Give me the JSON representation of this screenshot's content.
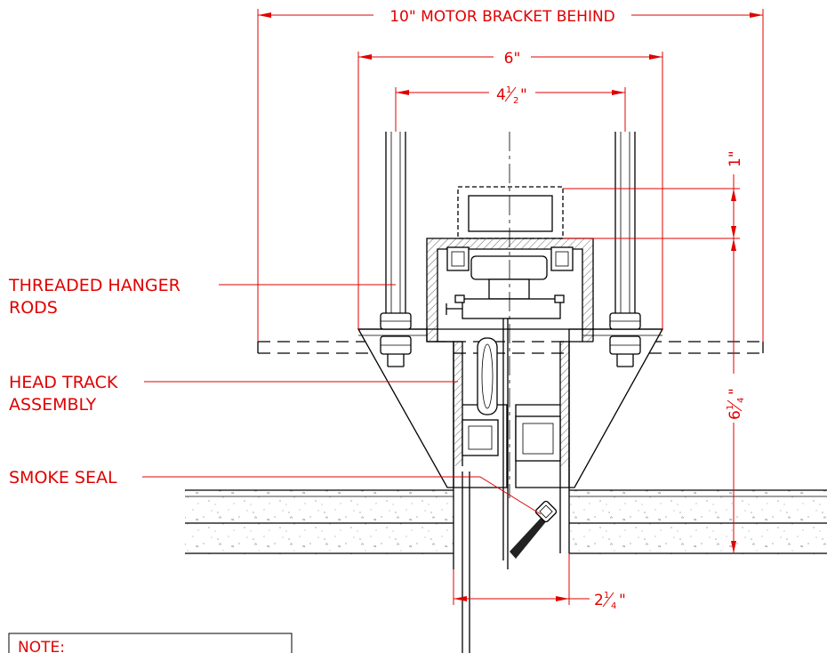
{
  "dimensions": {
    "motor_bracket": "10\" MOTOR BRACKET BEHIND",
    "width_6": "6\"",
    "width_4_half_whole": "4",
    "width_4_half_num": "1",
    "width_4_half_den": "2",
    "height_1": "1\"",
    "height_6_whole": "6",
    "height_6_num": "1",
    "height_6_den": "4",
    "width_2_whole": "2",
    "width_2_num": "1",
    "width_2_den": "4"
  },
  "labels": {
    "threaded_hanger_line1": "THREADED HANGER",
    "threaded_hanger_line2": "RODS",
    "head_track_line1": "HEAD TRACK",
    "head_track_line2": "ASSEMBLY",
    "smoke_seal": "SMOKE SEAL",
    "note": "NOTE:"
  },
  "colors": {
    "dimension": "#e00000",
    "linework": "#000000"
  }
}
